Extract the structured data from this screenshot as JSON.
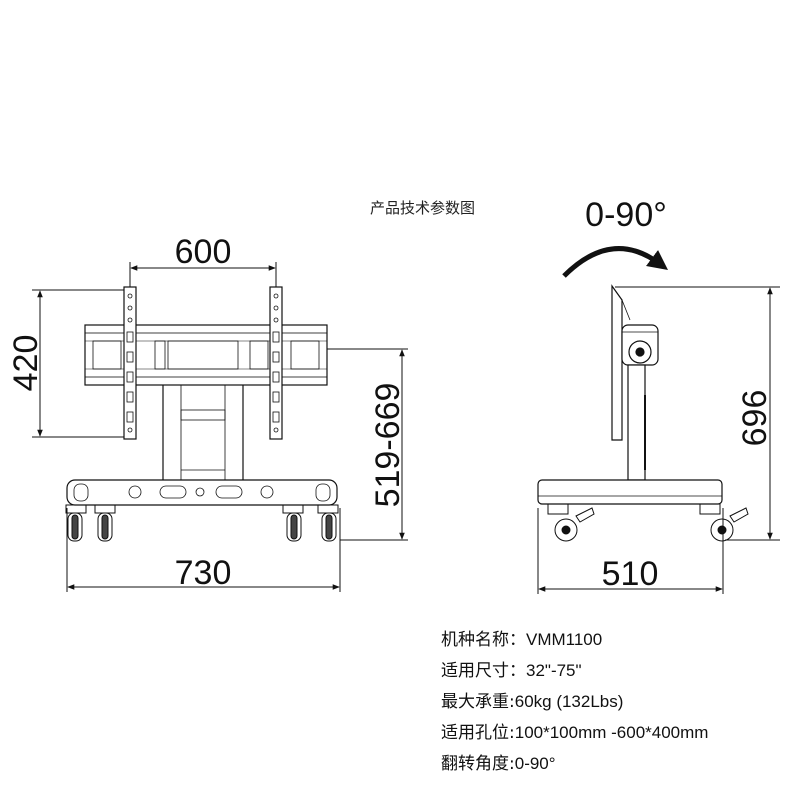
{
  "diagram": {
    "title": "产品技术参数图",
    "front_view": {
      "width_top": "600",
      "height_left": "420",
      "height_right": "519-669",
      "width_bottom": "730"
    },
    "side_view": {
      "rotation": "0-90°",
      "height": "696",
      "depth": "510"
    }
  },
  "specs": [
    {
      "label": "机种名称",
      "sep": "：",
      "value": "VMM1100"
    },
    {
      "label": "适用尺寸",
      "sep": "：",
      "value": "32\"-75\""
    },
    {
      "label": "最大承重",
      "sep": ":",
      "value": "60kg (132Lbs)"
    },
    {
      "label": "适用孔位",
      "sep": ":",
      "value": "100*100mm -600*400mm"
    },
    {
      "label": "翻转角度",
      "sep": ":",
      "value": "0-90°"
    }
  ]
}
